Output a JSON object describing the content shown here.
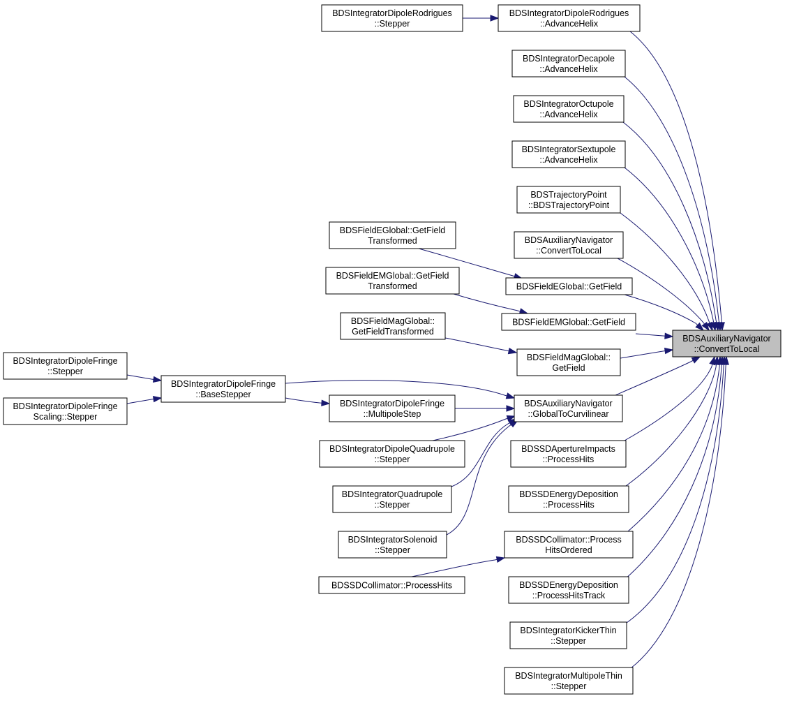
{
  "diagram": {
    "edge_color": "#191970",
    "focus_fill": "#bfbfbf",
    "nodes": [
      {
        "id": "target",
        "lines": [
          "BDSAuxiliaryNavigator",
          "::ConvertToLocal"
        ],
        "focus": true
      },
      {
        "id": "dr_adv",
        "lines": [
          "BDSIntegratorDipoleRodrigues",
          "::AdvanceHelix"
        ]
      },
      {
        "id": "dr_step",
        "lines": [
          "BDSIntegratorDipoleRodrigues",
          "::Stepper"
        ]
      },
      {
        "id": "deca",
        "lines": [
          "BDSIntegratorDecapole",
          "::AdvanceHelix"
        ]
      },
      {
        "id": "octu",
        "lines": [
          "BDSIntegratorOctupole",
          "::AdvanceHelix"
        ]
      },
      {
        "id": "sext",
        "lines": [
          "BDSIntegratorSextupole",
          "::AdvanceHelix"
        ]
      },
      {
        "id": "traj",
        "lines": [
          "BDSTrajectoryPoint",
          "::BDSTrajectoryPoint"
        ]
      },
      {
        "id": "aux_ctl",
        "lines": [
          "BDSAuxiliaryNavigator",
          "::ConvertToLocal"
        ]
      },
      {
        "id": "fe_gft",
        "lines": [
          "BDSFieldEGlobal::GetField",
          "Transformed"
        ]
      },
      {
        "id": "fe_gf",
        "lines": [
          "BDSFieldEGlobal::GetField"
        ]
      },
      {
        "id": "fem_gft",
        "lines": [
          "BDSFieldEMGlobal::GetField",
          "Transformed"
        ]
      },
      {
        "id": "fem_gf",
        "lines": [
          "BDSFieldEMGlobal::GetField"
        ]
      },
      {
        "id": "fm_gft",
        "lines": [
          "BDSFieldMagGlobal::",
          "GetFieldTransformed"
        ]
      },
      {
        "id": "fm_gf",
        "lines": [
          "BDSFieldMagGlobal::",
          "GetField"
        ]
      },
      {
        "id": "df_step",
        "lines": [
          "BDSIntegratorDipoleFringe",
          "::Stepper"
        ]
      },
      {
        "id": "dfs_step",
        "lines": [
          "BDSIntegratorDipoleFringe",
          "Scaling::Stepper"
        ]
      },
      {
        "id": "df_base",
        "lines": [
          "BDSIntegratorDipoleFringe",
          "::BaseStepper"
        ]
      },
      {
        "id": "df_multi",
        "lines": [
          "BDSIntegratorDipoleFringe",
          "::MultipoleStep"
        ]
      },
      {
        "id": "aux_gtc",
        "lines": [
          "BDSAuxiliaryNavigator",
          "::GlobalToCurvilinear"
        ]
      },
      {
        "id": "dq_step",
        "lines": [
          "BDSIntegratorDipoleQuadrupole",
          "::Stepper"
        ]
      },
      {
        "id": "quad_step",
        "lines": [
          "BDSIntegratorQuadrupole",
          "::Stepper"
        ]
      },
      {
        "id": "sol_step",
        "lines": [
          "BDSIntegratorSolenoid",
          "::Stepper"
        ]
      },
      {
        "id": "coll_ph",
        "lines": [
          "BDSSDCollimator::ProcessHits"
        ]
      },
      {
        "id": "ap_ph",
        "lines": [
          "BDSSDApertureImpacts",
          "::ProcessHits"
        ]
      },
      {
        "id": "ed_ph",
        "lines": [
          "BDSSDEnergyDeposition",
          "::ProcessHits"
        ]
      },
      {
        "id": "coll_pho",
        "lines": [
          "BDSSDCollimator::Process",
          "HitsOrdered"
        ]
      },
      {
        "id": "ed_pht",
        "lines": [
          "BDSSDEnergyDeposition",
          "::ProcessHitsTrack"
        ]
      },
      {
        "id": "kick_step",
        "lines": [
          "BDSIntegratorKickerThin",
          "::Stepper"
        ]
      },
      {
        "id": "mult_step",
        "lines": [
          "BDSIntegratorMultipoleThin",
          "::Stepper"
        ]
      }
    ],
    "edges": [
      {
        "from": "dr_step",
        "to": "dr_adv"
      },
      {
        "from": "dr_adv",
        "to": "target"
      },
      {
        "from": "deca",
        "to": "target"
      },
      {
        "from": "octu",
        "to": "target"
      },
      {
        "from": "sext",
        "to": "target"
      },
      {
        "from": "traj",
        "to": "target"
      },
      {
        "from": "aux_ctl",
        "to": "target"
      },
      {
        "from": "fe_gft",
        "to": "fe_gf"
      },
      {
        "from": "fe_gf",
        "to": "target"
      },
      {
        "from": "fem_gft",
        "to": "fem_gf"
      },
      {
        "from": "fem_gf",
        "to": "target"
      },
      {
        "from": "fm_gft",
        "to": "fm_gf"
      },
      {
        "from": "fm_gf",
        "to": "target"
      },
      {
        "from": "df_step",
        "to": "df_base"
      },
      {
        "from": "dfs_step",
        "to": "df_base"
      },
      {
        "from": "df_base",
        "to": "df_multi"
      },
      {
        "from": "df_base",
        "to": "aux_gtc"
      },
      {
        "from": "df_multi",
        "to": "aux_gtc"
      },
      {
        "from": "dq_step",
        "to": "aux_gtc"
      },
      {
        "from": "quad_step",
        "to": "aux_gtc"
      },
      {
        "from": "sol_step",
        "to": "aux_gtc"
      },
      {
        "from": "aux_gtc",
        "to": "target"
      },
      {
        "from": "ap_ph",
        "to": "target"
      },
      {
        "from": "ed_ph",
        "to": "target"
      },
      {
        "from": "coll_ph",
        "to": "coll_pho"
      },
      {
        "from": "coll_pho",
        "to": "target"
      },
      {
        "from": "ed_pht",
        "to": "target"
      },
      {
        "from": "kick_step",
        "to": "target"
      },
      {
        "from": "mult_step",
        "to": "target"
      }
    ]
  }
}
